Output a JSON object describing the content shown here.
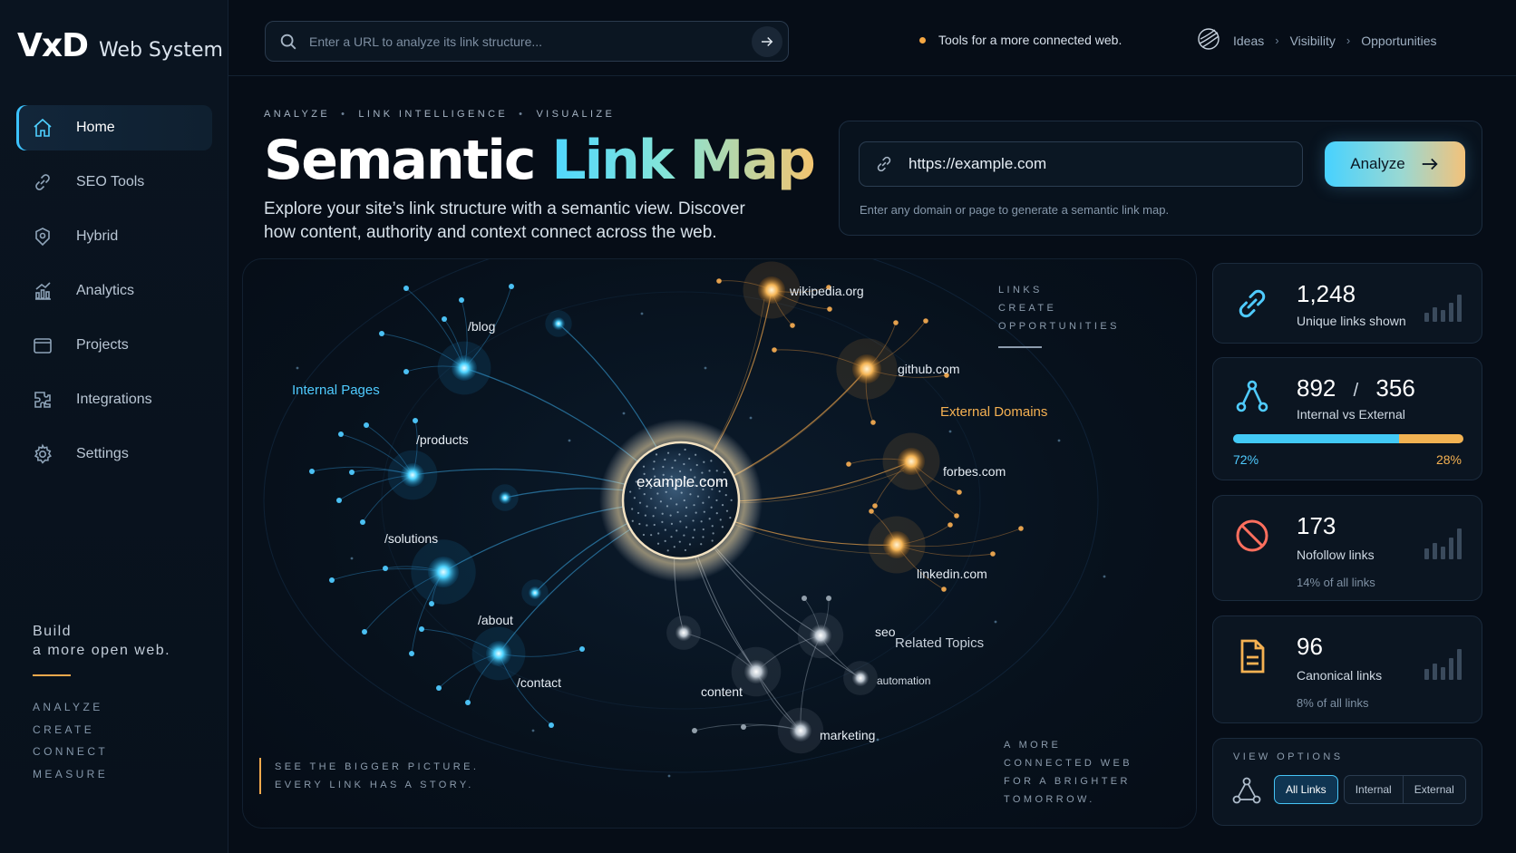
{
  "brand": {
    "mark": "VxD",
    "name": "Web System"
  },
  "sidebar": {
    "items": [
      {
        "label": "Home",
        "icon": "home-icon",
        "active": true
      },
      {
        "label": "SEO Tools",
        "icon": "link-icon"
      },
      {
        "label": "Hybrid",
        "icon": "puzzle-icon"
      },
      {
        "label": "Analytics",
        "icon": "analytics-icon"
      },
      {
        "label": "Projects",
        "icon": "folder-icon"
      },
      {
        "label": "Integrations",
        "icon": "integrations-icon"
      },
      {
        "label": "Settings",
        "icon": "gear-icon"
      }
    ],
    "footer_line1": "Build",
    "footer_line2": "a more open web.",
    "footer_words": [
      "ANALYZE",
      "CREATE",
      "CONNECT",
      "MEASURE"
    ]
  },
  "topbar": {
    "search_placeholder": "Enter a URL to analyze its link structure...",
    "tagline": "Tools for a more connected web.",
    "breadcrumbs": [
      "Ideas",
      "Visibility",
      "Opportunities"
    ]
  },
  "hero": {
    "eyebrow": [
      "ANALYZE",
      "LINK INTELLIGENCE",
      "VISUALIZE"
    ],
    "title_plain": "Semantic ",
    "title_accent": "Link Map",
    "description": "Explore your site’s link structure with a semantic view. Discover how content, authority and context connect across the web."
  },
  "analyze": {
    "url_value": "https://example.com",
    "button_label": "Analyze",
    "hint": "Enter any domain or page to generate a semantic link map."
  },
  "map": {
    "center": "example.com",
    "group_internal": "Internal Pages",
    "group_external": "External Domains",
    "group_related": "Related Topics",
    "internal_nodes": [
      "/blog",
      "/products",
      "/solutions",
      "/about",
      "/contact"
    ],
    "external_nodes": [
      "wikipedia.org",
      "github.com",
      "forbes.com",
      "linkedin.com"
    ],
    "related_nodes": [
      "seo",
      "content",
      "automation",
      "marketing"
    ],
    "note_top": [
      "LINKS",
      "CREATE",
      "OPPORTUNITIES"
    ],
    "note_bottom_left": [
      "SEE THE BIGGER PICTURE.",
      "EVERY LINK HAS A STORY."
    ],
    "note_bottom_right": [
      "A MORE",
      "CONNECTED WEB",
      "FOR A BRIGHTER",
      "TOMORROW."
    ]
  },
  "stats": {
    "unique": {
      "value": "1,248",
      "label": "Unique links shown"
    },
    "split": {
      "internal": "892",
      "slash": "/",
      "external": "356",
      "label": "Internal vs External",
      "internal_pct_text": "72%",
      "external_pct_text": "28%",
      "internal_fraction": 0.72
    },
    "nofollow": {
      "value": "173",
      "label": "Nofollow links",
      "sub": "14% of all links"
    },
    "canonical": {
      "value": "96",
      "label": "Canonical links",
      "sub": "8% of all links"
    }
  },
  "view_options": {
    "title": "VIEW OPTIONS",
    "buttons": [
      "All Links",
      "Internal",
      "External"
    ],
    "selected": "All Links"
  },
  "colors": {
    "accent_blue": "#4fcbff",
    "accent_orange": "#f5b152",
    "background": "#060d17"
  }
}
